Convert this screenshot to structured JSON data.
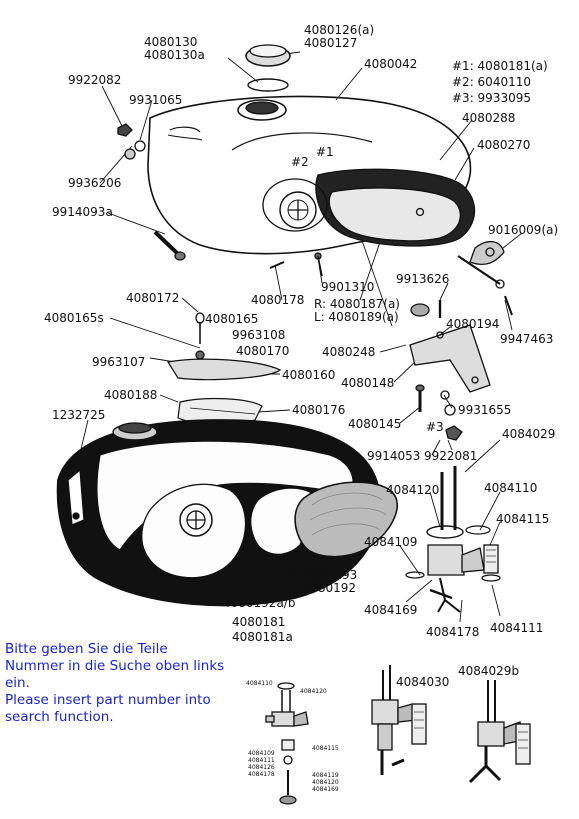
{
  "labels": {
    "top_4080130": "4080130",
    "top_4080130a": "4080130a",
    "top_4080126a": "4080126(a)",
    "top_4080127": "4080127",
    "p9922082": "9922082",
    "p9931065": "9931065",
    "p4080042": "4080042",
    "legend1": "#1: 4080181(a)",
    "legend2": "#2: 6040110",
    "legend3": "#3: 9933095",
    "p4080288": "4080288",
    "p4080270": "4080270",
    "p9936206": "9936206",
    "hash2": "#2",
    "hash1": "#1",
    "p9914093a": "9914093a",
    "p9016009a": "9016009(a)",
    "p9913626": "9913626",
    "p9901310": "9901310",
    "p4080172": "4080172",
    "p4080178": "4080178",
    "r4080187a": "R: 4080187(a)",
    "l4080189a": "L: 4080189(a)",
    "p4080165": "4080165",
    "p4080165s": "4080165s",
    "p9963108": "9963108",
    "p4080194": "4080194",
    "p9947463": "9947463",
    "p4080170": "4080170",
    "p4080248": "4080248",
    "p9963107": "9963107",
    "p4080160": "4080160",
    "p4080148": "4080148",
    "p4080188": "4080188",
    "p4080176": "4080176",
    "p1232725": "1232725",
    "p4080145": "4080145",
    "p9931655": "9931655",
    "hash3": "#3",
    "p4084029": "4084029",
    "p9914053": "9914053",
    "p9922081": "9922081",
    "p4084120": "4084120",
    "p4084110": "4084110",
    "p4084115": "4084115",
    "p4084109": "4084109",
    "r4080193": "R: 4080193",
    "l4080192": "L: 4080192",
    "p4084169": "4084169",
    "p4080192ab": "4080192a/b",
    "p4084178": "4084178",
    "p4084111": "4084111",
    "p4080181": "4080181",
    "p4080181a": "4080181a",
    "p4084030": "4084030",
    "p4084029b": "4084029b"
  },
  "small_labels": {
    "s4084110": "4084110",
    "s4084120a": "4084120",
    "s4084115": "4084115",
    "s4084109": "4084109",
    "s4084111": "4084111",
    "s4084126": "4084126",
    "s4084178": "4084178",
    "s4084119": "4084119",
    "s4084120b": "4084120",
    "s4084169": "4084169"
  },
  "notice": {
    "de_line1": "Bitte geben Sie die Teile",
    "de_line2": "Nummer in die Suche oben links",
    "de_line3": "ein.",
    "en_line1": "Please insert part number into",
    "en_line2": "search function."
  }
}
